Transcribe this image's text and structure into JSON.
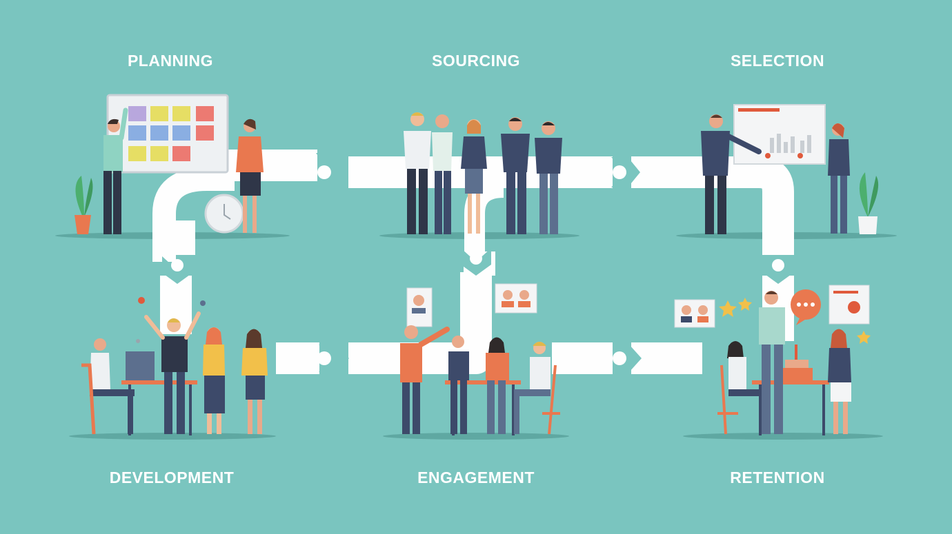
{
  "stages": {
    "planning": "PLANNING",
    "sourcing": "SOURCING",
    "selection": "SELECTION",
    "development": "DEVELOPMENT",
    "engagement": "ENGAGEMENT",
    "retention": "RETENTION"
  },
  "colors": {
    "background": "#7ac5bf",
    "path": "#fefefe",
    "floor": "#5fa8a2",
    "navy": "#3d4a6a",
    "orange": "#e9784f",
    "yellow": "#f2c04a",
    "accent_red": "#e05a3c",
    "plant": "#4caf6e"
  }
}
